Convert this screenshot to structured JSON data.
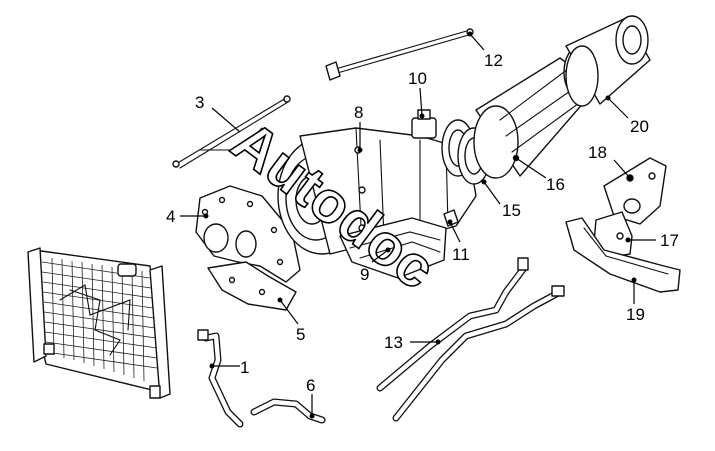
{
  "watermark": "Autodoc",
  "callouts": [
    {
      "id": "1",
      "label": "1"
    },
    {
      "id": "3",
      "label": "3"
    },
    {
      "id": "4",
      "label": "4"
    },
    {
      "id": "5",
      "label": "5"
    },
    {
      "id": "6",
      "label": "6"
    },
    {
      "id": "8",
      "label": "8"
    },
    {
      "id": "9",
      "label": "9"
    },
    {
      "id": "10",
      "label": "10"
    },
    {
      "id": "11",
      "label": "11"
    },
    {
      "id": "12",
      "label": "12"
    },
    {
      "id": "13",
      "label": "13"
    },
    {
      "id": "15",
      "label": "15"
    },
    {
      "id": "16",
      "label": "16"
    },
    {
      "id": "17",
      "label": "17"
    },
    {
      "id": "18",
      "label": "18"
    },
    {
      "id": "19",
      "label": "19"
    },
    {
      "id": "20",
      "label": "20"
    }
  ],
  "colors": {
    "line": "#111111",
    "background": "#ffffff"
  }
}
